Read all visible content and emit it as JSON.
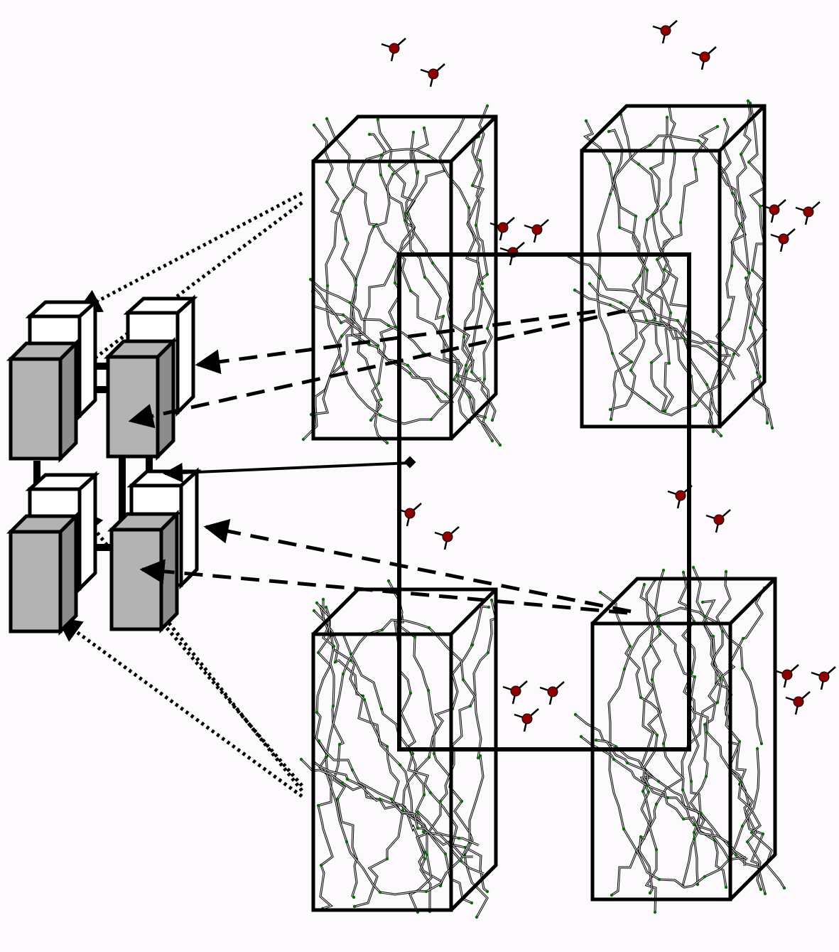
{
  "colors": {
    "background": "#fdfafd",
    "stroke": "#000000",
    "processor_fill": "#b3b3b3",
    "processor_face": "#ffffff",
    "atom_red": "#8b0000",
    "atom_green": "#0a6b0a"
  },
  "processor_grid": {
    "rows": 2,
    "cols": 2,
    "icon": "processor-node-icon"
  },
  "domain_boxes": {
    "count": 4,
    "icon": "simulation-domain-box-icon",
    "content_icon": "polymer-chain-icon",
    "molecule_icon": "water-molecule-icon"
  },
  "links": {
    "dotted": "assignment-projection",
    "dashed": "communication-arrow",
    "solid": "central-arrow"
  }
}
